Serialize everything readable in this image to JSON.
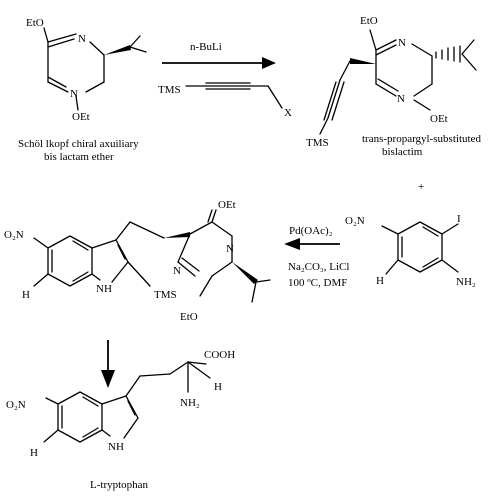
{
  "atoms": {
    "oet": "OEt",
    "etO": "EtO",
    "n": "N",
    "nh": "NH",
    "h": "H",
    "tms": "TMS",
    "x": "X",
    "o2n": "O₂N",
    "i": "I",
    "nh2": "NH₂",
    "cooh": "COOH"
  },
  "reagents": {
    "step1_base": "n-BuLi",
    "step1_alkyne_label": "TMS",
    "step1_leaving_group": "X",
    "step2_catalyst": "Pd(OAc)₂",
    "step2_base": "Na₂CO₃, LiCl",
    "step2_conditions": "100 ºC, DMF",
    "plus": "+"
  },
  "captions": {
    "auxiliary_line1": "Schöl lkopf chiral axuiliary",
    "auxiliary_line2": "bis lactam ether",
    "intermediate_line1": "trans-propargyl-substituted",
    "intermediate_line2": "bislactim",
    "product": "L-tryptophan"
  },
  "colors": {
    "ink": "#000000",
    "background": "#ffffff"
  }
}
